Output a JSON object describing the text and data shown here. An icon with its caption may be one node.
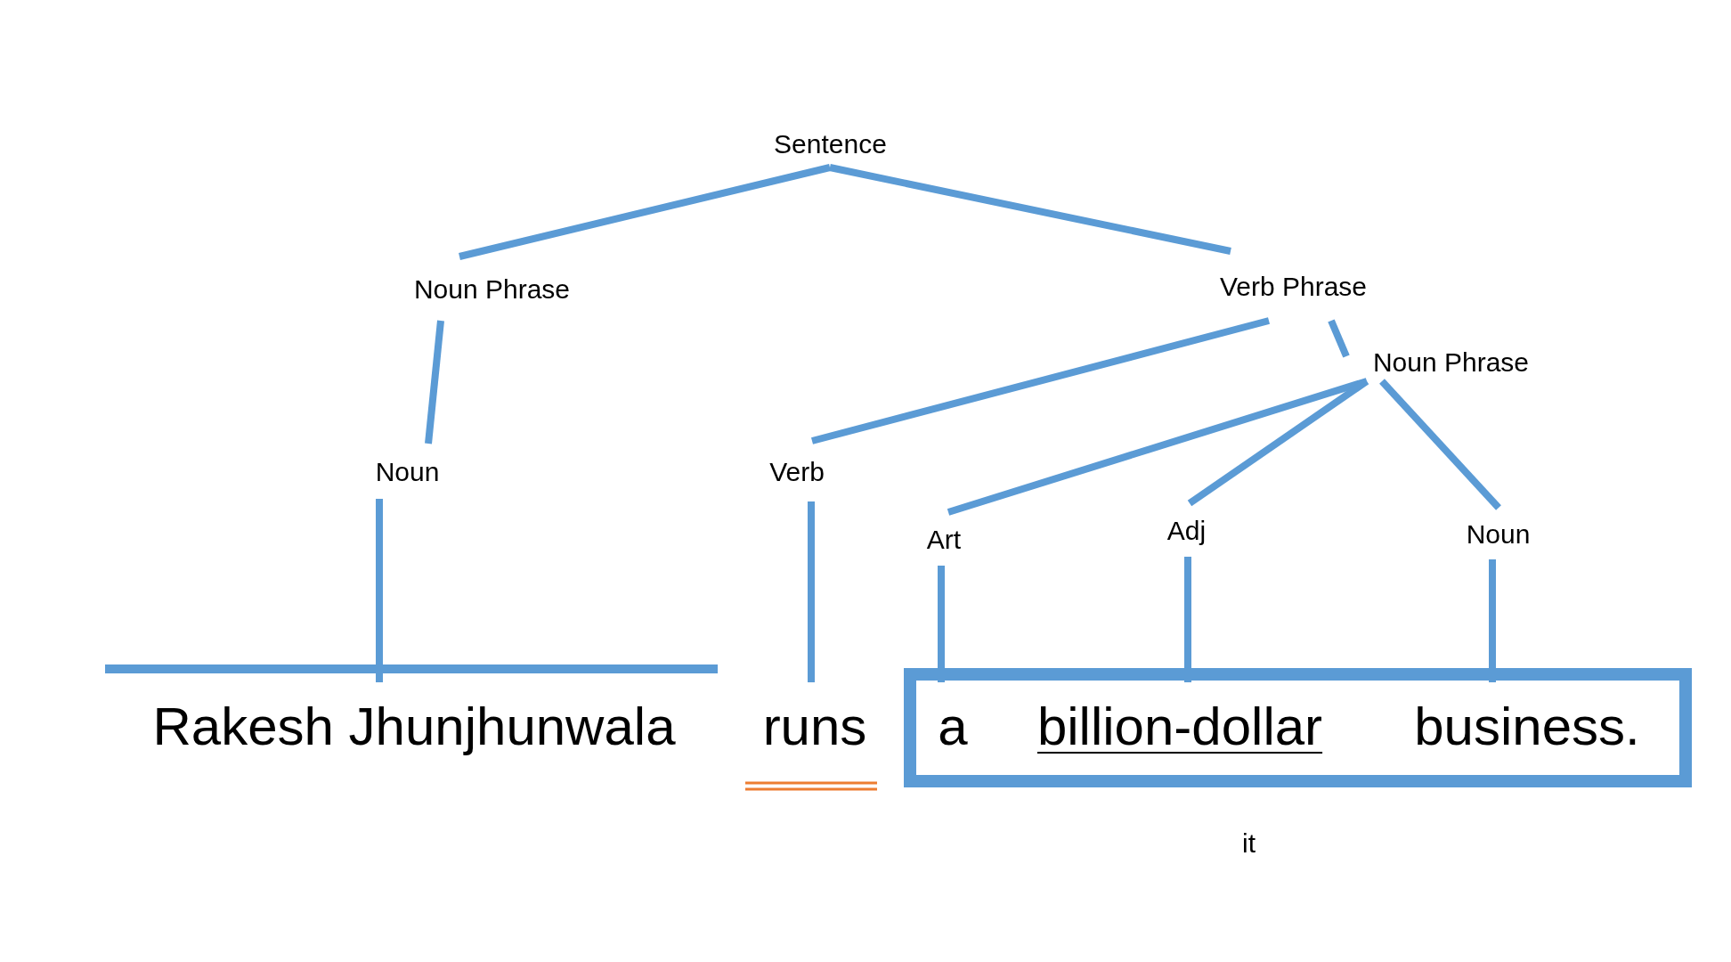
{
  "diagram": {
    "nodes": [
      {
        "text": [
          "Sentence"
        ]
      },
      {
        "text": [
          "Noun Phrase"
        ]
      },
      {
        "text": [
          "Verb Phrase"
        ]
      },
      {
        "text": [
          "Noun Phrase"
        ]
      },
      {
        "text": [
          "Noun"
        ]
      },
      {
        "text": [
          "Verb"
        ]
      },
      {
        "text": [
          "Art"
        ]
      },
      {
        "text": [
          "Adj"
        ]
      },
      {
        "text": [
          "Noun"
        ]
      },
      {
        "text": [
          "Rakesh Jhunjhunwala"
        ]
      },
      {
        "text": [
          "runs"
        ]
      },
      {
        "text": [],
        "shape": "box",
        "beside": [
          "it"
        ]
      },
      {
        "text": [
          "a"
        ],
        "in": 11
      },
      {
        "text": [
          "billion-dollar"
        ],
        "in": 11
      },
      {
        "text": [
          "business."
        ],
        "in": 11
      }
    ],
    "edges": [
      {
        "from": 0,
        "to": 1,
        "arrow": "none"
      },
      {
        "from": 0,
        "to": 2,
        "arrow": "none"
      },
      {
        "from": 1,
        "to": 4,
        "arrow": "none"
      },
      {
        "from": 2,
        "to": 5,
        "arrow": "none"
      },
      {
        "from": 2,
        "to": 3,
        "arrow": "none"
      },
      {
        "from": 3,
        "to": 6,
        "arrow": "none"
      },
      {
        "from": 3,
        "to": 7,
        "arrow": "none"
      },
      {
        "from": 3,
        "to": 8,
        "arrow": "none"
      },
      {
        "from": 4,
        "to": 9,
        "arrow": "none"
      },
      {
        "from": 5,
        "to": 10,
        "arrow": "none"
      },
      {
        "from": 6,
        "to": 12,
        "arrow": "none"
      },
      {
        "from": 7,
        "to": 13,
        "arrow": "none"
      },
      {
        "from": 8,
        "to": 14,
        "arrow": "none"
      }
    ]
  }
}
